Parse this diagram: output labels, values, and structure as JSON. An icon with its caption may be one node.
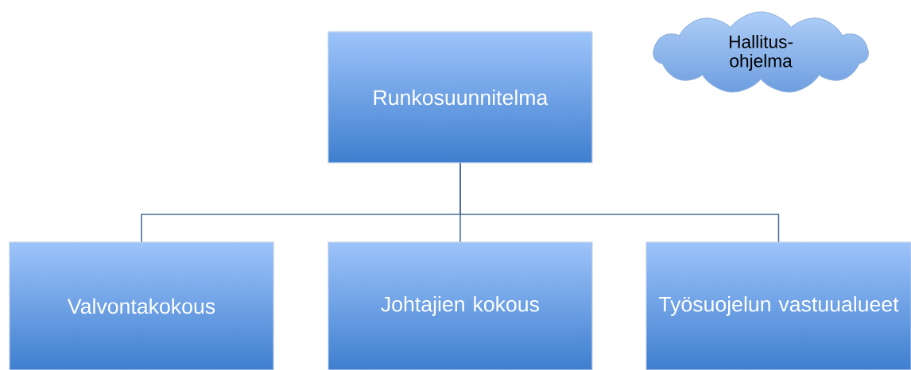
{
  "diagram": {
    "nodes": [
      {
        "text": [
          "Runkosuunnitelma"
        ]
      },
      {
        "text": [
          "Valvontakokous"
        ]
      },
      {
        "text": [
          "Johtajien kokous"
        ]
      },
      {
        "text": [
          "Työsuojelun vastuualueet"
        ]
      },
      {
        "text": [
          "Hallitus- ohjelma"
        ]
      }
    ],
    "edges": [
      {
        "from": 0,
        "to": 1,
        "arrow": "none"
      },
      {
        "from": 0,
        "to": 2,
        "arrow": "none"
      },
      {
        "from": 0,
        "to": 3,
        "arrow": "none"
      }
    ]
  }
}
